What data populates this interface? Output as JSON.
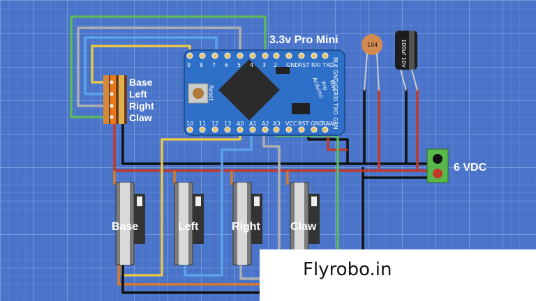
{
  "board": {
    "title": "3.3v Pro Mini",
    "top_pins": [
      "9",
      "8",
      "7",
      "6",
      "5",
      "4",
      "3",
      "2",
      "GND",
      "RST",
      "RXI",
      "TXO"
    ],
    "right_pins": [
      "BLK",
      "GND",
      "VCC",
      "RXI",
      "TXO",
      "GRN"
    ],
    "bottom_pins": [
      "10",
      "11",
      "12",
      "13",
      "A0",
      "A1",
      "A2",
      "A3",
      "VCC",
      "RST",
      "GND",
      "RAW"
    ],
    "silk": [
      "Reset",
      "Arduino",
      "Pro",
      "Mini"
    ]
  },
  "header_labels": [
    "Base",
    "Left",
    "Right",
    "Claw"
  ],
  "pot_labels": [
    "Base",
    "Left",
    "Right",
    "Claw"
  ],
  "power_label": "6 VDC",
  "cap_ceramic": "104",
  "cap_electrolytic": "100uf 10v",
  "brand": "Flyrobo.in",
  "colors": {
    "background": "#4a74c9",
    "board": "#2e6fc8",
    "wire_green": "#5cb85c",
    "wire_gray": "#b0b0b0",
    "wire_lightblue": "#5ba3e8",
    "wire_yellow": "#e8c84a",
    "wire_orange": "#d97a2a",
    "wire_red": "#c0392b",
    "wire_black": "#111111"
  }
}
